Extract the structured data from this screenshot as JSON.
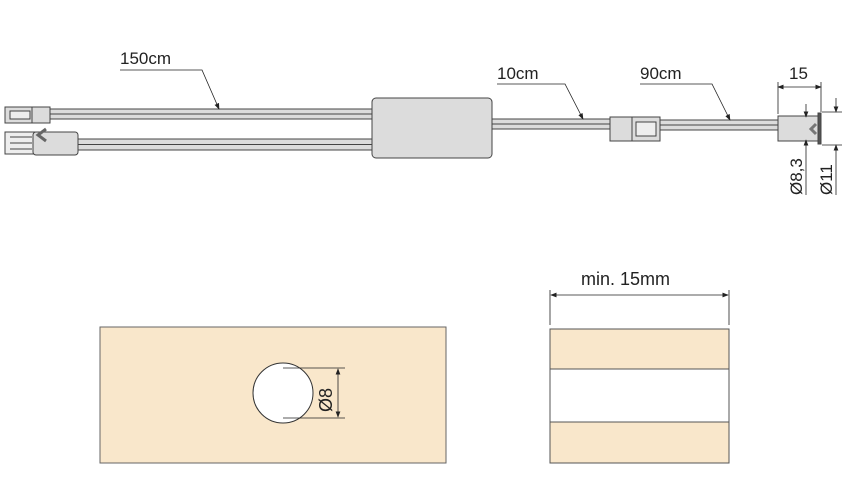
{
  "labels": {
    "cable_150": "150cm",
    "cable_10": "10cm",
    "cable_90": "90cm",
    "sensor_length": "15",
    "sensor_diameter_inner": "Ø8,3",
    "sensor_diameter_outer": "Ø11",
    "hole_diameter": "Ø8",
    "min_thickness": "min. 15mm"
  },
  "colors": {
    "wood": "#f9e7cb",
    "part": "#dcdcdc",
    "line": "#333333"
  }
}
